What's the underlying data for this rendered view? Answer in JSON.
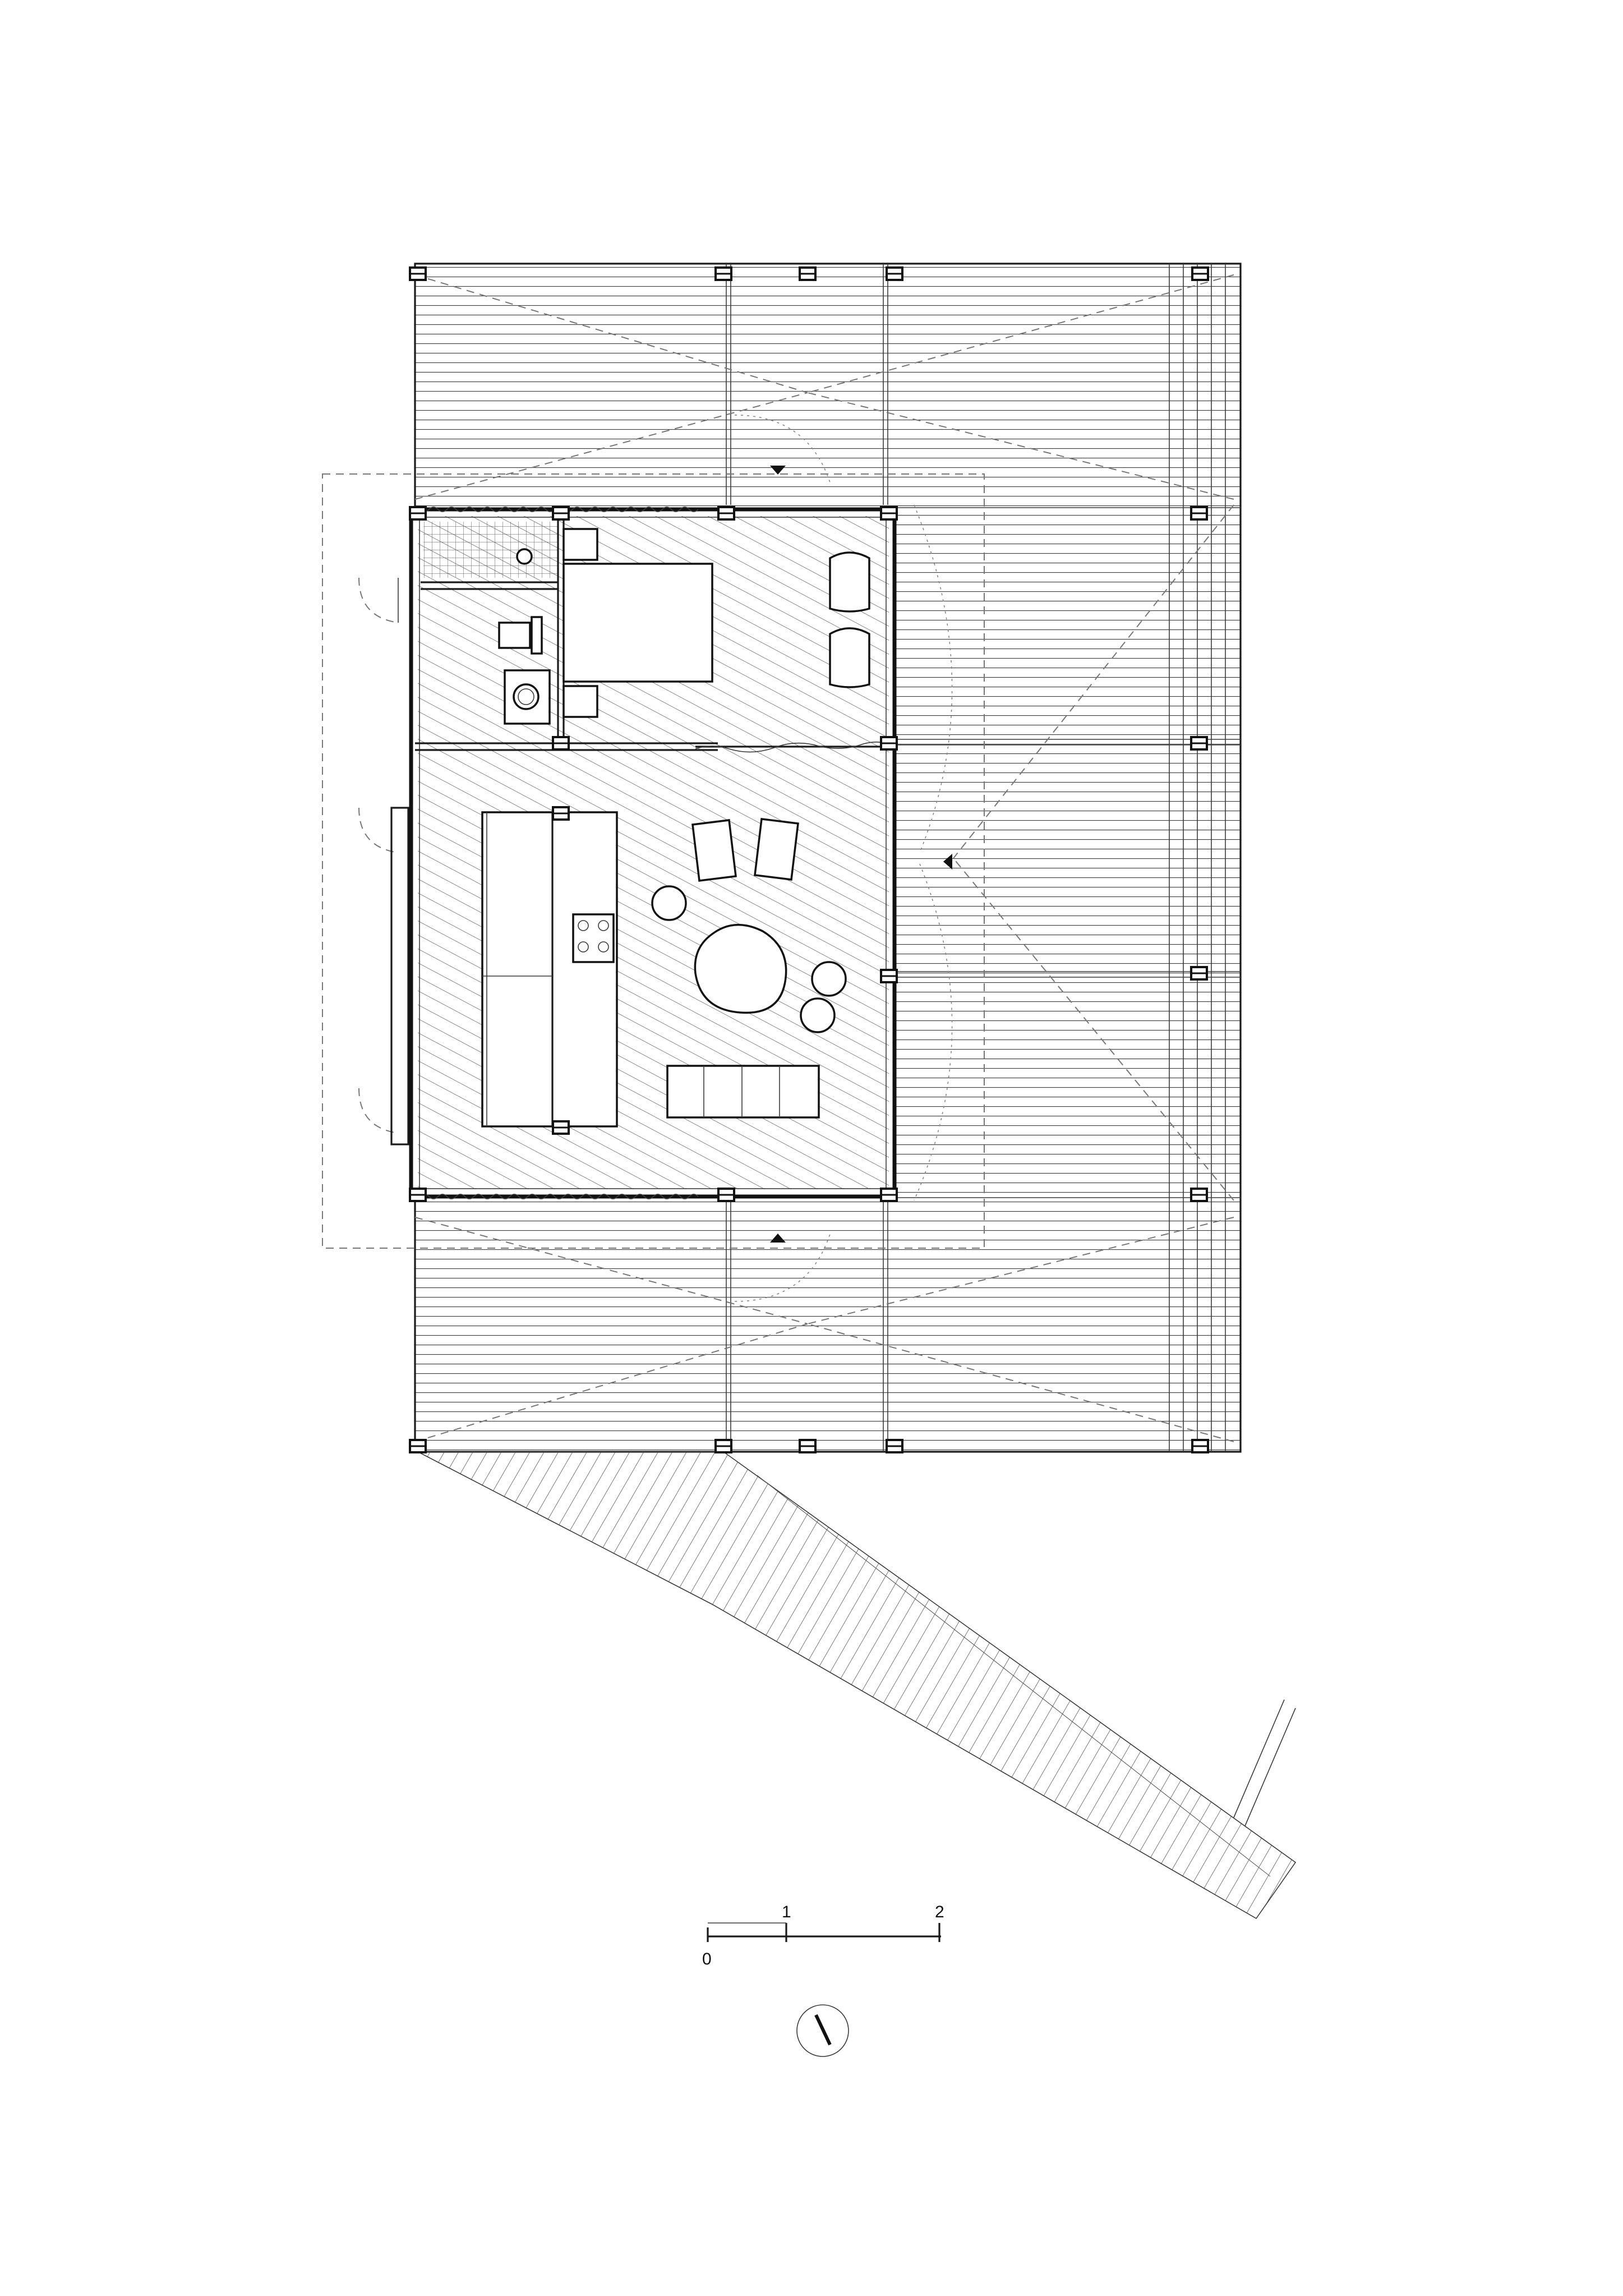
{
  "drawing": {
    "type": "floor plan",
    "colors": {
      "line": "#1a1a1a",
      "background": "#ffffff"
    }
  },
  "scale_bar": {
    "labels": [
      "0",
      "1",
      "2"
    ]
  },
  "north_arrow": {
    "icon": "north-arrow-icon"
  }
}
